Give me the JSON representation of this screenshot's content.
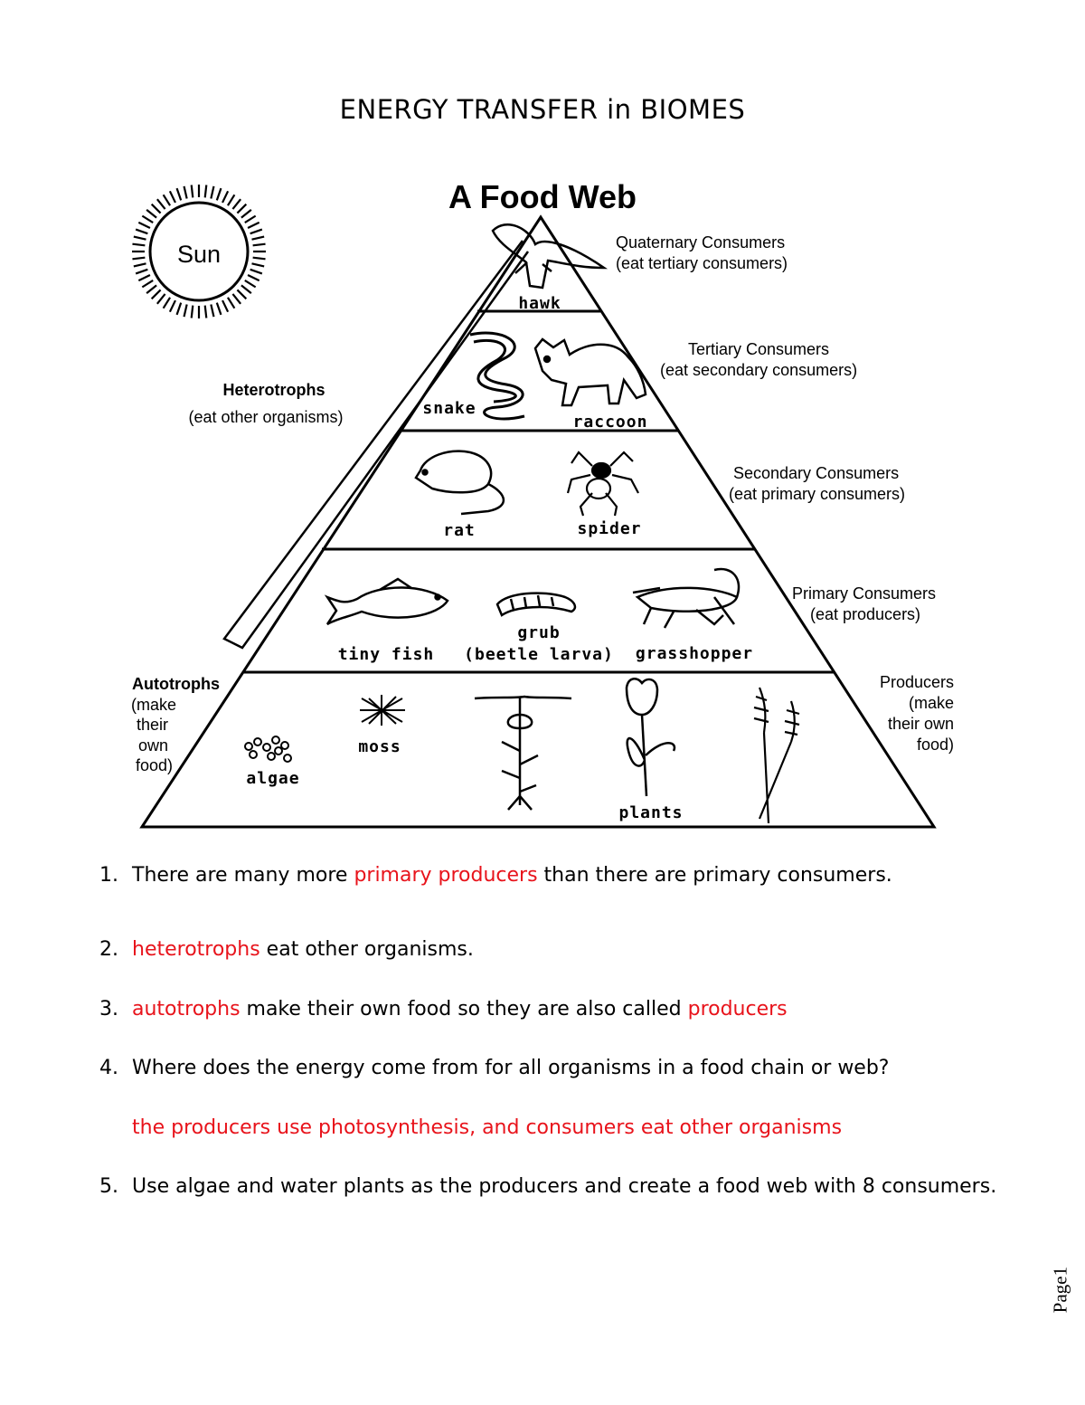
{
  "page": {
    "title": "ENERGY TRANSFER in BIOMES",
    "page_label": "Page1"
  },
  "diagram": {
    "title": "A Food Web",
    "sun_label": "Sun",
    "heterotrophs": {
      "title": "Heterotrophs",
      "desc": "(eat other organisms)"
    },
    "autotrophs": {
      "title": "Autotrophs",
      "desc": [
        "(make",
        "their",
        "own",
        "food)"
      ]
    },
    "levels": [
      {
        "name": "Quaternary Consumers",
        "desc": "(eat tertiary consumers)",
        "organisms": [
          "hawk"
        ]
      },
      {
        "name": "Tertiary Consumers",
        "desc": "(eat secondary consumers)",
        "organisms": [
          "snake",
          "raccoon"
        ]
      },
      {
        "name": "Secondary Consumers",
        "desc": "(eat primary consumers)",
        "organisms": [
          "rat",
          "spider"
        ]
      },
      {
        "name": "Primary Consumers",
        "desc": "(eat producers)",
        "organisms": [
          "tiny fish",
          "grub",
          "(beetle larva)",
          "grasshopper"
        ]
      },
      {
        "name": "Producers",
        "desc": [
          "(make",
          "their own",
          "food)"
        ],
        "organisms": [
          "algae",
          "moss",
          "plants"
        ]
      }
    ]
  },
  "questions": [
    {
      "num": "1.",
      "parts": [
        {
          "text": "There are many more ",
          "answer": false
        },
        {
          "text": "primary producers",
          "answer": true
        },
        {
          "text": " than there are primary consumers.",
          "answer": false
        }
      ]
    },
    {
      "num": "2.",
      "parts": [
        {
          "text": "heterotrophs",
          "answer": true
        },
        {
          "text": " eat other organisms.",
          "answer": false
        }
      ]
    },
    {
      "num": "3.",
      "parts": [
        {
          "text": "autotrophs",
          "answer": true
        },
        {
          "text": " make their own food so they are also called ",
          "answer": false
        },
        {
          "text": "producers",
          "answer": true
        }
      ]
    },
    {
      "num": "4.",
      "parts": [
        {
          "text": "Where does the energy come from for all organisms in a food chain or web?",
          "answer": false
        }
      ],
      "answer_line": "the producers use photosynthesis, and consumers eat other organisms"
    },
    {
      "num": "5.",
      "parts": [
        {
          "text": "Use algae and water plants as the producers and create a food web with 8 consumers.",
          "answer": false
        }
      ]
    }
  ],
  "colors": {
    "answer": "#e8131b",
    "ink": "#000000"
  }
}
